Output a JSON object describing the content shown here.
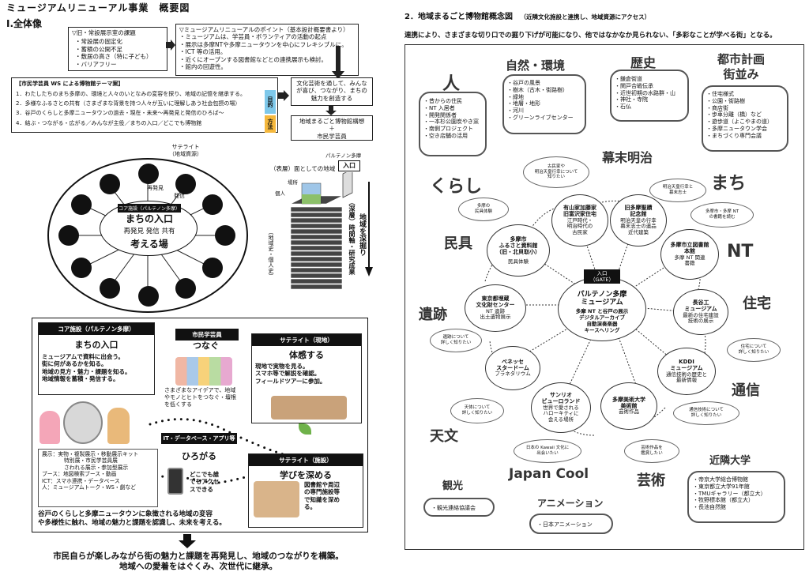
{
  "left": {
    "title": "ミュージアムリニューアル事業　概要図",
    "section1": "Ⅰ.全体像",
    "issues": {
      "heading": "▽旧・常設展示室の課題",
      "items": [
        "・常設展の固定化",
        "・蓄積の公開不足",
        "・敷居の高さ（特に子ども）",
        "・バリアフリー"
      ]
    },
    "points": {
      "heading": "▽ミュージアムリニューアルのポイント（基本設計概要書より）",
      "items": [
        "・ミュージアムは、学芸員・ボランティアの活動の起点",
        "・展示は多摩NTや多摩ニュータウンを中心にフレキシブルに。",
        "・ICT 等の活用。",
        "・近くにオープンする図書館などとの連携展示も検討。",
        "・館内の回遊性。"
      ]
    },
    "ws": {
      "heading": "【市民学芸員 WS による博物館テーマ案】",
      "items": [
        "1．わたしたちのまち多摩の、環境と人々のいとなみの変容を探り、地域の記憶を継承する。",
        "2．多様なふるさとの共有（さまざまな背景を持つ人々が互いに理解しあう社会包摂の場）",
        "3．谷戸のくらしと多摩ニュータウンの過去・現在・未来～再発見と発信のひろば～",
        "4．結ぶ・つながる・広がる／みんなが主役／まちの入口／どこでも博物館"
      ],
      "tag_purpose": "目的",
      "tag_method": "方法"
    },
    "culture_lines": [
      "文化芸術を通して、みんな",
      "が喜び、つながり、まちの",
      "魅力を創造する"
    ],
    "concept_lines": [
      "地域まるごと博物館構想",
      "＋",
      "市民学芸員"
    ],
    "circle": {
      "satellite_lines": [
        "サテライト",
        "（地域資源）"
      ],
      "rediscover": "再発見",
      "send": "発信",
      "core_label": "コア施設（パルテノン多摩）",
      "entrance": "まちの入口",
      "trio": "再発見 発信 共有",
      "think": "考える場"
    },
    "layers": {
      "top_label": "（表層）面としての地域",
      "entrance_title": "パルテノン多摩",
      "entrance_box": "入口",
      "place": "場所",
      "person": "個人",
      "left_vertical": "（地域史・個人史）",
      "right_vertical_1": "（深層）時間軸・研究成果",
      "right_vertical_2": "地域を深掘り"
    },
    "core": {
      "header": "コア施設（パルテノン多摩）",
      "title": "まちの入口",
      "lines": [
        "ミュージアムで資料に出会う。",
        "街に何があるかを知る。",
        "地域の見方・魅力・課題を知る。",
        "地域情報を蓄積・発信する。"
      ]
    },
    "citizen": {
      "header": "市民学芸員",
      "title": "つなぐ",
      "lines": [
        "さまざまなアイデアで、地域",
        "やモノとヒトをつなぐ・壇根",
        "を低くする"
      ]
    },
    "sat_field": {
      "header": "サテライト（現地）",
      "title": "体感する",
      "lines": [
        "現地で実物を見る。",
        "スマホ等で解説を確認。",
        "フィールドツアーに参加。"
      ]
    },
    "it": {
      "header": "IT・データベース・アプリ等",
      "title": "ひろがる",
      "lines": [
        "どこでも誰",
        "でもアクセ",
        "スできる"
      ]
    },
    "sat_facility": {
      "header": "サテライト（施設）",
      "title": "学びを深める",
      "lines": [
        "図書館や周辺",
        "の専門施設等",
        "で知識を深め",
        "る。"
      ]
    },
    "exhibit_lines": [
      "展示：実物・複製展示・移動展示キット",
      "特別展・市民学芸員展",
      "さわれる展示・参加型展示",
      "ブース：地図検索ブース・動画",
      "ICT：スマホ連携・データベース",
      "人：ミュージアムトーク・WS・劇など"
    ],
    "summary_lines": [
      "谷戸のくらしと多摩ニュータウンに象徴される地域の変容",
      "や多様性に触れ、地域の魅力と課題を認識し、未来を考える。"
    ],
    "final_lines": [
      "市民自らが楽しみながら街の魅力と課題を再発見し、地域のつながりを構築。",
      "地域への愛着をはぐくみ、次世代に継承。"
    ]
  },
  "right": {
    "title": "2．地域まるごと博物館概念図",
    "title_note": "（近隣文化施設と連携し、地域資源にアクセス）",
    "intro": "連携により、さまざまな切り口での掘り下げが可能になり、他ではなかなか見られない、「多彩なことが学べる街」となる。",
    "categories": {
      "hito": "人",
      "shizen": "自然・環境",
      "rekishi": "歴史",
      "toshi_1": "都市計画",
      "toshi_2": "街並み",
      "bakumatsu": "幕末明治",
      "kurashi": "くらし",
      "machi": "まち",
      "mingu": "民具",
      "nt": "NT",
      "iseki": "遺跡",
      "jutaku": "住宅",
      "tsushin": "通信",
      "tenmon": "天文",
      "japancool": "Japan Cool",
      "geijutsu": "芸術",
      "kinrin": "近隣大学",
      "kanko": "観光",
      "anime": "アニメーション"
    },
    "lists": {
      "hito": [
        "・昔からの住民",
        "・NT 入居者",
        "・開発関係者",
        "・一本杉公園炭やき窯",
        "・南側プロジェクト",
        "・空き店舗の活用"
      ],
      "shizen": [
        "・谷戸の風景",
        "・樹木（古木・街路樹）",
        "・緑地",
        "・地層・地形",
        "・河川",
        "・グリーンライブセンター"
      ],
      "rekishi": [
        "・鎌倉街道",
        "・関戸合戦伝承",
        "・近世初期の水路群・山",
        "・神社・寺院",
        "・石仏"
      ],
      "toshi": [
        "・住宅様式",
        "・公園・街路樹",
        "・商店街",
        "・歩車分離（橋）など",
        "・遊歩道（よこやまの道）",
        "・多摩ニュータウン学会",
        "・まちづくり専門会議"
      ],
      "kinrin": [
        "・帝京大学総合博物館",
        "・東京都立大学91年館",
        "・TMUギャラリー（都立大）",
        "・牧野標本館（都立大）",
        "・長池自然館"
      ],
      "kanko": "・観光連絡協議会",
      "anime": "・日本アニメーション"
    },
    "center": {
      "tag": "入口",
      "tag2": "（GATE）",
      "name_1": "パルテノン多摩",
      "name_2": "ミュージアム",
      "desc": [
        "多摩 NT と谷戸の展示",
        "デジタルアーカイブ",
        "自動演奏楽器",
        "キースヘリング"
      ]
    },
    "nodes": [
      {
        "name": [
          "有山家加藤家",
          "旧富沢家住宅"
        ],
        "desc": [
          "江戸時代・",
          "明治時代の",
          "古民家"
        ]
      },
      {
        "name": [
          "旧多摩聖蹟",
          "記念館"
        ],
        "desc": [
          "明治天皇の行幸",
          "幕末志士の遺品",
          "近代建築"
        ]
      },
      {
        "name": [
          "多摩市立図書館",
          "本館"
        ],
        "desc": [
          "多摩 NT 関連",
          "書籍"
        ]
      },
      {
        "name": [
          "長谷工",
          "ミュージアム"
        ],
        "desc": [
          "最新の住宅建設",
          "技術の展示"
        ]
      },
      {
        "name": [
          "KDDI",
          "ミュージアム"
        ],
        "desc": [
          "通信技術の歴史と",
          "最新情報"
        ]
      },
      {
        "name": [
          "多摩美術大学",
          "美術館"
        ],
        "desc": [
          "芸術作品"
        ]
      },
      {
        "name": [
          "サンリオ",
          "ピューロランド"
        ],
        "desc": [
          "世界で愛される",
          "ハローキティに",
          "会える場所"
        ]
      },
      {
        "name": [
          "ベネッセ",
          "スタードーム"
        ],
        "desc": [
          "プラネタリウム"
        ]
      },
      {
        "name": [
          "東京都埋蔵",
          "文化財センター"
        ],
        "desc": [
          "NT 遺跡",
          "出土遺物展示"
        ]
      },
      {
        "name": [
          "多摩市",
          "ふるさと資料館",
          "（旧・北貝取小）"
        ],
        "desc": [
          "民具体験"
        ]
      }
    ],
    "clouds": {
      "c1": "古民家や\n明治天皇行幸について\n知りたい",
      "c2": "明治天皇行幸と\n幕末志士",
      "c3": "多摩の\n民具体験",
      "c4": "多摩市・多摩 NT\nの書籍を読む",
      "c5": "遺跡について\n詳しく知りたい",
      "c6": "住宅について\n詳しく知りたい",
      "c7": "天体について\n詳しく知りたい",
      "c8": "通信技術について\n詳しく知りたい",
      "c9": "日本の Kawaii 文化に\n出会いたい",
      "c10": "芸術作品を\n鑑賞したい"
    }
  },
  "colors": {
    "purpose": "#7ec8ea",
    "method": "#f5b83d",
    "ink": "#111111",
    "accent_green": "#6fb24a"
  }
}
